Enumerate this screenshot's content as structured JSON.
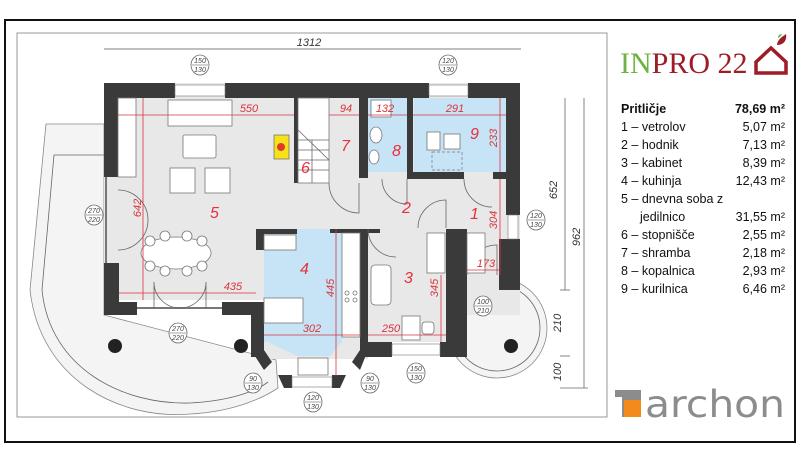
{
  "plan": {
    "rooms": [
      "1",
      "2",
      "3",
      "4",
      "5",
      "6",
      "7",
      "8",
      "9"
    ],
    "dimensions": {
      "overall_width": "1312",
      "d550": "550",
      "d94": "94",
      "d132": "132",
      "d291": "291",
      "d233": "233",
      "d642": "642",
      "d304": "304",
      "d435": "435",
      "d445": "445",
      "d302": "302",
      "d345": "345",
      "d250": "250",
      "d173": "173",
      "d652": "652",
      "d962": "962",
      "d210": "210",
      "d100": "100"
    },
    "window_tags": [
      {
        "w": "150",
        "h": "130"
      },
      {
        "w": "120",
        "h": "130"
      },
      {
        "w": "270",
        "h": "220"
      },
      {
        "w": "120",
        "h": "130"
      },
      {
        "w": "270",
        "h": "220"
      },
      {
        "w": "100",
        "h": "210"
      },
      {
        "w": "90",
        "h": "130"
      },
      {
        "w": "120",
        "h": "130"
      },
      {
        "w": "90",
        "h": "130"
      },
      {
        "w": "150",
        "h": "130"
      }
    ]
  },
  "legend": {
    "title": "Pritličje",
    "total": "78,69 m²",
    "rows": [
      {
        "label": "1 – vetrolov",
        "area": "5,07 m²"
      },
      {
        "label": "2 – hodnik",
        "area": "7,13 m²"
      },
      {
        "label": "3 – kabinet",
        "area": "8,39 m²"
      },
      {
        "label": "4 – kuhinja",
        "area": "12,43 m²"
      },
      {
        "label": "5 – dnevna soba z",
        "area": ""
      },
      {
        "label": "jedilnico",
        "area": "31,55 m²"
      },
      {
        "label": "6 – stopnišče",
        "area": "2,55 m²"
      },
      {
        "label": "7 – shramba",
        "area": "2,18 m²"
      },
      {
        "label": "8 – kopalnica",
        "area": "2,93 m²"
      },
      {
        "label": "9 – kurilnica",
        "area": "6,46 m²"
      }
    ]
  },
  "logos": {
    "inpro_green": "IN",
    "inpro_red": "PRO 22",
    "archon": "archon"
  },
  "colors": {
    "room_blue": "#c6e4f6",
    "room_gray": "#e8e8e8",
    "dimension_red": "#d9343c",
    "inpro_green": "#6db33f",
    "inpro_red": "#9e1c25",
    "archon_orange": "#f28a1e",
    "archon_gray": "#8c8c8c"
  }
}
